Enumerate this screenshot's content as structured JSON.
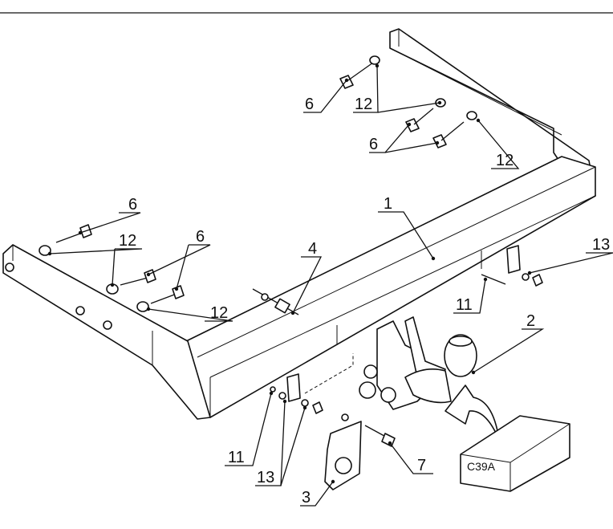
{
  "diagram": {
    "callouts": {
      "c1": "1",
      "c2": "2",
      "c3": "3",
      "c4": "4",
      "c6a": "6",
      "c6b": "6",
      "c6c": "6",
      "c6d": "6",
      "c7": "7",
      "c11a": "11",
      "c11b": "11",
      "c12a": "12",
      "c12b": "12",
      "c12c": "12",
      "c12d": "12",
      "c13a": "13",
      "c13b": "13"
    },
    "box_label": "C39A"
  }
}
